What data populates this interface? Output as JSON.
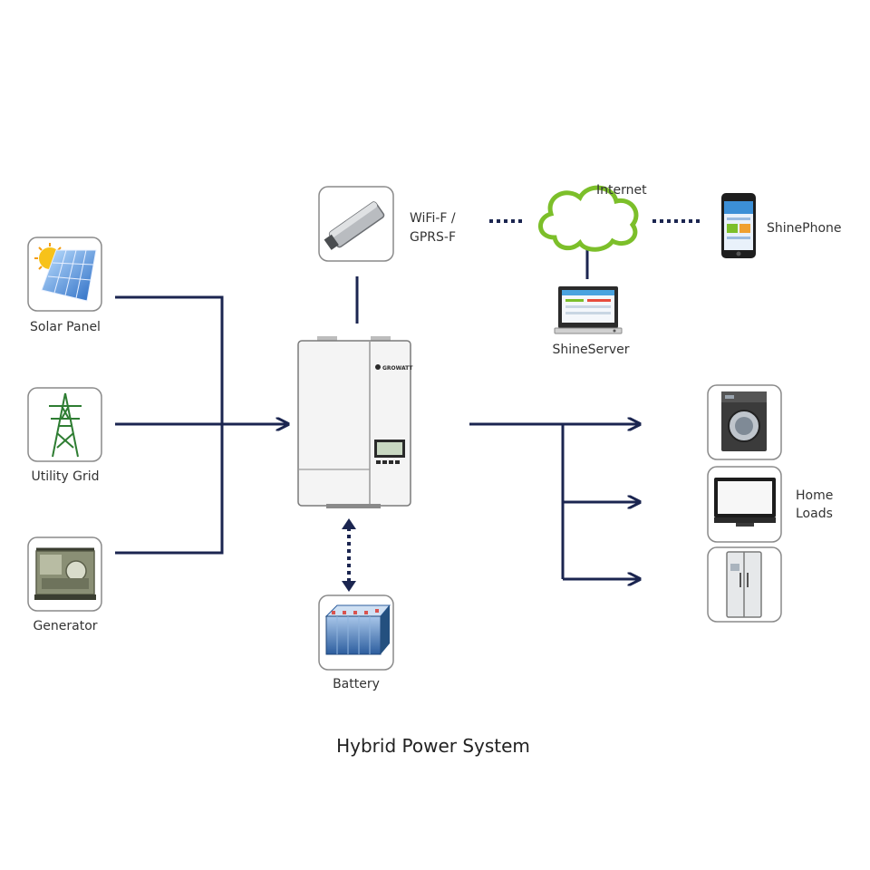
{
  "diagram": {
    "title": "Hybrid Power System",
    "sources": {
      "solar_panel": "Solar Panel",
      "utility_grid": "Utility Grid",
      "generator": "Generator"
    },
    "wifi_module": {
      "line1": "WiFi-F /",
      "line2": "GPRS-F"
    },
    "internet": "Internet",
    "shine_server": "ShineServer",
    "shine_phone": "ShinePhone",
    "battery": "Battery",
    "home_loads": {
      "line1": "Home",
      "line2": "Loads"
    },
    "inverter_brand": "GROWATT"
  },
  "colors": {
    "line": "#1b2550",
    "card_border": "#8a8a8a",
    "cloud": "#7cbf2a",
    "inverter_body": "#f2f2f2"
  }
}
